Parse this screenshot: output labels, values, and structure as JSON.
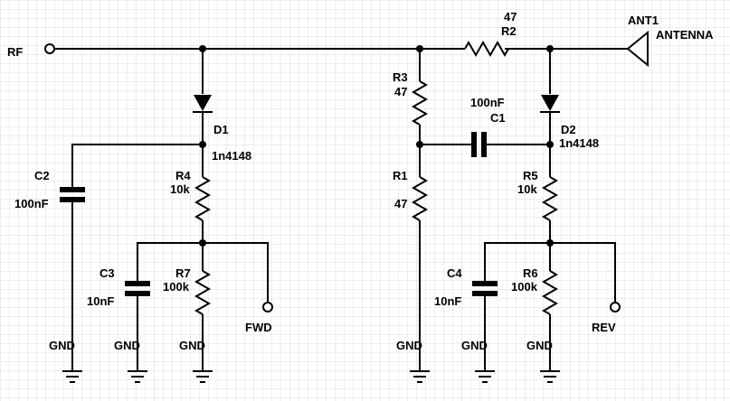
{
  "theme": {
    "grid_color": "#dcdcdc",
    "wire_color": "#000000",
    "background": "#ffffff"
  },
  "nets": {
    "rf": "RF",
    "fwd": "FWD",
    "rev": "REV",
    "gnd": "GND"
  },
  "components": {
    "ant1": {
      "ref": "ANT1",
      "value": "ANTENNA"
    },
    "r2": {
      "ref": "R2",
      "value": "47"
    },
    "r3": {
      "ref": "R3",
      "value": "47"
    },
    "r1": {
      "ref": "R1",
      "value": "47"
    },
    "c1": {
      "ref": "C1",
      "value": "100nF"
    },
    "c2": {
      "ref": "C2",
      "value": "100nF"
    },
    "c3": {
      "ref": "C3",
      "value": "10nF"
    },
    "c4": {
      "ref": "C4",
      "value": "10nF"
    },
    "d1": {
      "ref": "D1",
      "value": "1n4148"
    },
    "d2": {
      "ref": "D2",
      "value": "1n4148"
    },
    "r4": {
      "ref": "R4",
      "value": "10k"
    },
    "r5": {
      "ref": "R5",
      "value": "10k"
    },
    "r6": {
      "ref": "R6",
      "value": "100k"
    },
    "r7": {
      "ref": "R7",
      "value": "100k"
    }
  }
}
